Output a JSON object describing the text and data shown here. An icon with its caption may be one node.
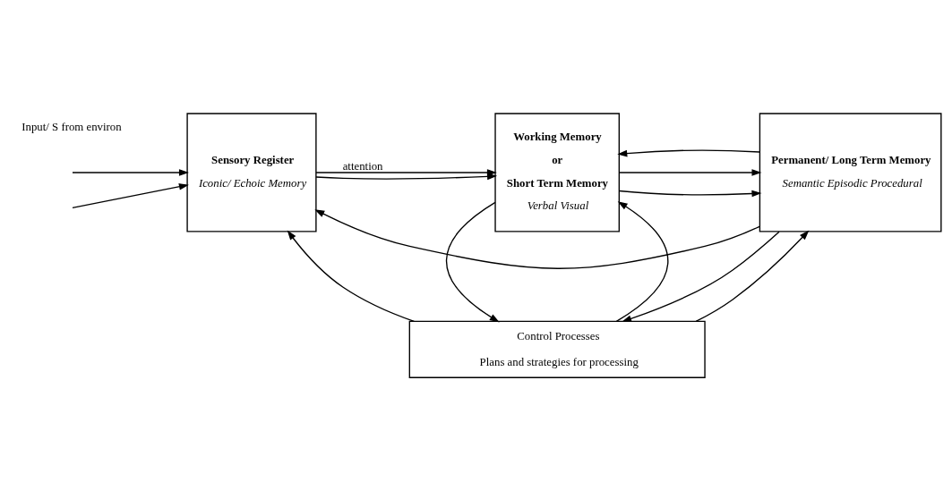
{
  "diagram": {
    "nodes": [
      {
        "text": [
          "Sensory Register",
          "Iconic/ Echoic Memory"
        ]
      },
      {
        "text": [
          "Working Memory",
          "or",
          "Short Term Memory",
          "Verbal Visual"
        ]
      },
      {
        "text": [
          "Permanent/ Long Term Memory",
          "Semantic Episodic Procedural"
        ]
      },
      {
        "text": [
          "Control Processes",
          "Plans and strategies for processing"
        ]
      }
    ],
    "edges": [
      {
        "from": null,
        "to": 0,
        "arrow": "to"
      },
      {
        "from": null,
        "to": 0,
        "arrow": "to"
      },
      {
        "from": 0,
        "to": 1,
        "arrow": "to",
        "label": "attention"
      },
      {
        "from": 0,
        "to": 1,
        "arrow": "to"
      },
      {
        "from": 1,
        "to": 2,
        "arrow": "to"
      },
      {
        "from": 1,
        "to": 2,
        "arrow": "to"
      },
      {
        "from": 2,
        "to": 0,
        "arrow": "to"
      },
      {
        "from": 2,
        "to": 1,
        "arrow": "to"
      },
      {
        "from": 3,
        "to": 0,
        "arrow": "to"
      },
      {
        "from": 3,
        "to": 1,
        "arrow": "to"
      },
      {
        "from": 1,
        "to": 3,
        "arrow": "to"
      },
      {
        "from": 3,
        "to": 2,
        "arrow": "to"
      },
      {
        "from": 2,
        "to": 3,
        "arrow": "to"
      }
    ],
    "labels": [
      "Input/ S from environ"
    ]
  }
}
